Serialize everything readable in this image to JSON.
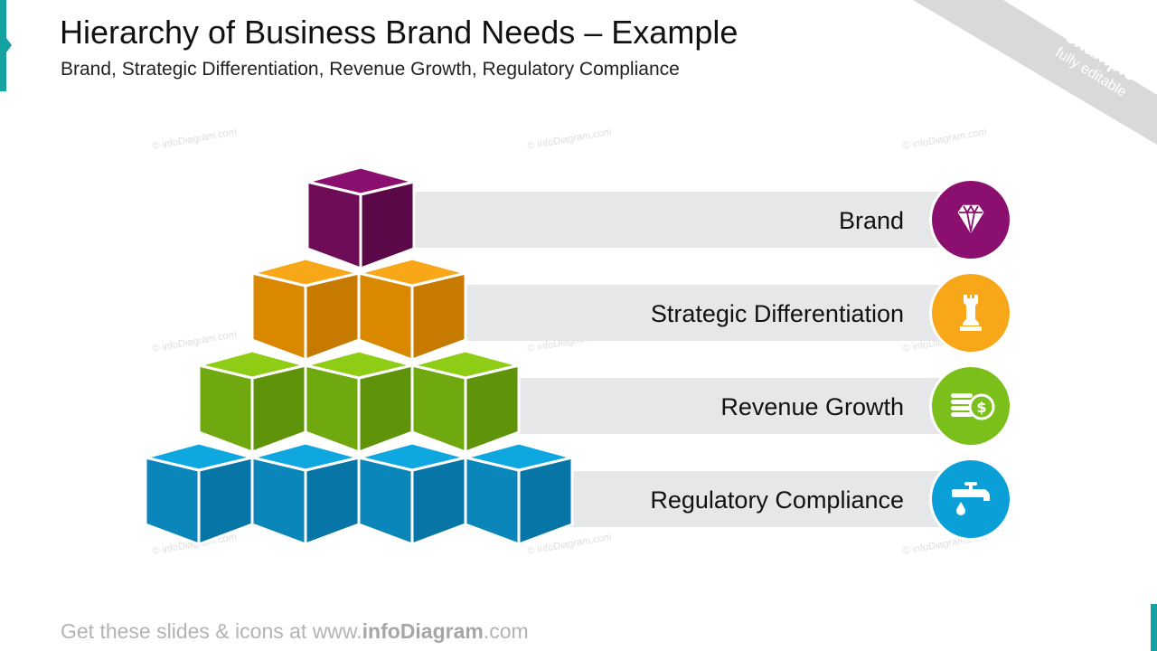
{
  "slide": {
    "title": "Hierarchy of Business Brand Needs – Example",
    "subtitle": "Brand, Strategic Differentiation, Revenue Growth, Regulatory Compliance"
  },
  "corner_ribbon": {
    "line1": "Usage",
    "line2": "example",
    "line3": "fully editable"
  },
  "watermark_text": "© infoDiagram.com",
  "levels": [
    {
      "label": "Brand",
      "color": "#8b0f6e",
      "icon": "diamond-icon",
      "cubes": 1
    },
    {
      "label": "Strategic Differentiation",
      "color": "#f7a718",
      "icon": "chess-rook-icon",
      "cubes": 2
    },
    {
      "label": "Revenue Growth",
      "color": "#7bbf1a",
      "icon": "coins-dollar-icon",
      "cubes": 3
    },
    {
      "label": "Regulatory Compliance",
      "color": "#0b9fd8",
      "icon": "water-tap-icon",
      "cubes": 4
    }
  ],
  "footer": {
    "prefix": "Get these slides & icons at www.",
    "brand": "infoDiagram",
    "suffix": ".com"
  }
}
